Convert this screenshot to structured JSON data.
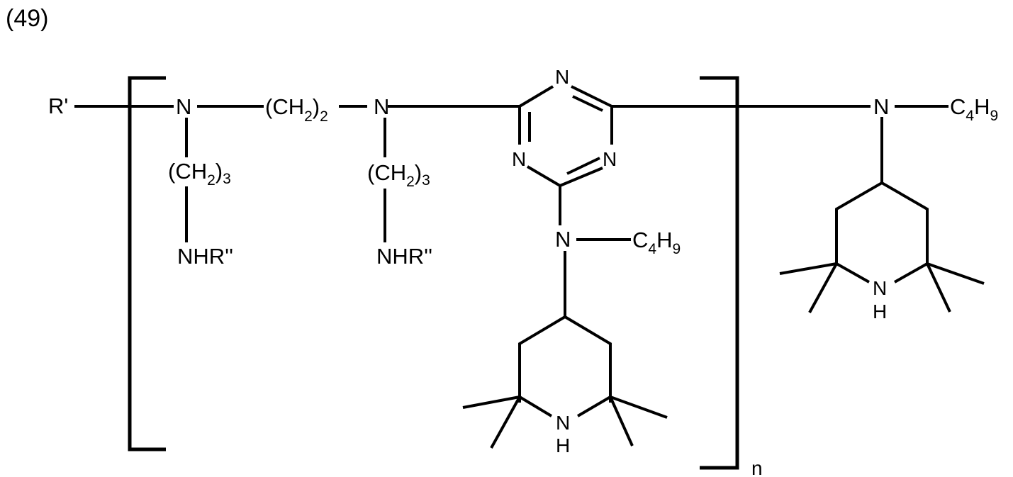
{
  "figure": {
    "label": "(49)",
    "repeat_subscript": "n"
  },
  "structure": {
    "end_group_left": "R'",
    "backbone": {
      "n1": "N",
      "linker_main": "(CH",
      "linker_sub1": "2",
      "linker_close": ")",
      "linker_sub2": "2",
      "n2": "N"
    },
    "side_chains": [
      {
        "open": "(CH",
        "sub1": "2",
        "close": ")",
        "sub2": "3",
        "terminal": "NHR''"
      },
      {
        "open": "(CH",
        "sub1": "2",
        "close": ")",
        "sub2": "3",
        "terminal": "NHR''"
      }
    ],
    "triazine": {
      "atoms": [
        "N",
        "N",
        "N"
      ]
    },
    "amino_substituent": {
      "n": "N",
      "alkyl_c": "C",
      "alkyl_c_sub": "4",
      "alkyl_h": "H",
      "alkyl_h_sub": "9",
      "piperidine": {
        "nh_n": "N",
        "nh_h": "H"
      }
    },
    "end_group_right": {
      "n": "N",
      "alkyl_c": "C",
      "alkyl_c_sub": "4",
      "alkyl_h": "H",
      "alkyl_h_sub": "9",
      "piperidine": {
        "nh_n": "N",
        "nh_h": "H"
      }
    }
  }
}
